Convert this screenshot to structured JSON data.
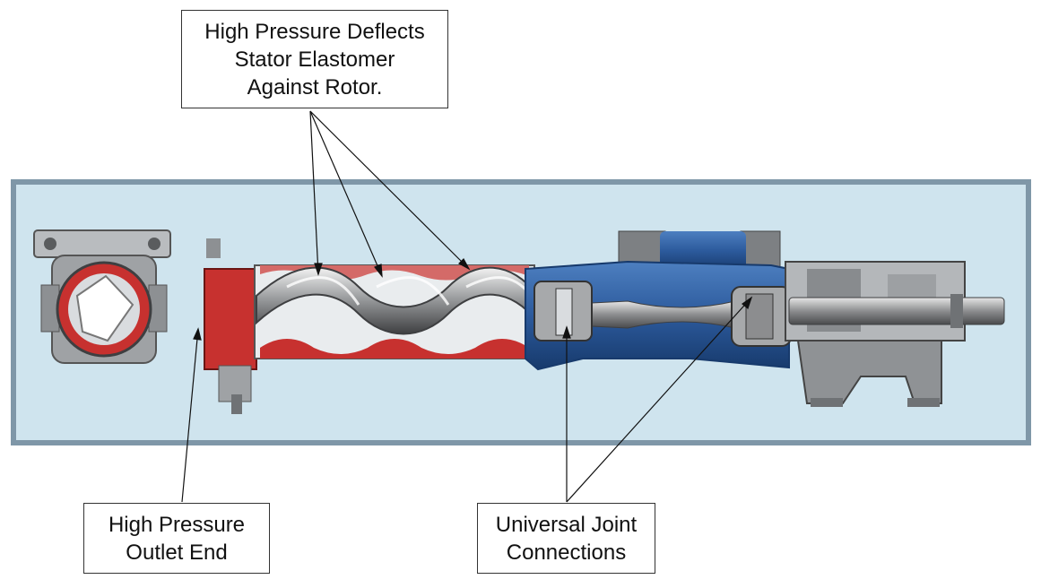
{
  "diagram": {
    "callouts": {
      "stator": {
        "lines": [
          "High Pressure Deflects",
          "Stator Elastomer",
          "Against Rotor."
        ]
      },
      "outlet": {
        "lines": [
          "High Pressure",
          "Outlet End"
        ]
      },
      "ujoint": {
        "lines": [
          "Universal Joint",
          "Connections"
        ]
      }
    },
    "colors": {
      "background_panel": "#cfe4ee",
      "panel_border": "#7f97a8",
      "stator_red": "#c7312f",
      "housing_blue": "#2c5a9c",
      "metal": "#a7a9ab",
      "casing_light": "#e9ecee"
    },
    "icons": [
      "pump-cutaway-illustration",
      "inlet-flange",
      "helical-rotor",
      "universal-joint",
      "drive-shaft"
    ]
  }
}
